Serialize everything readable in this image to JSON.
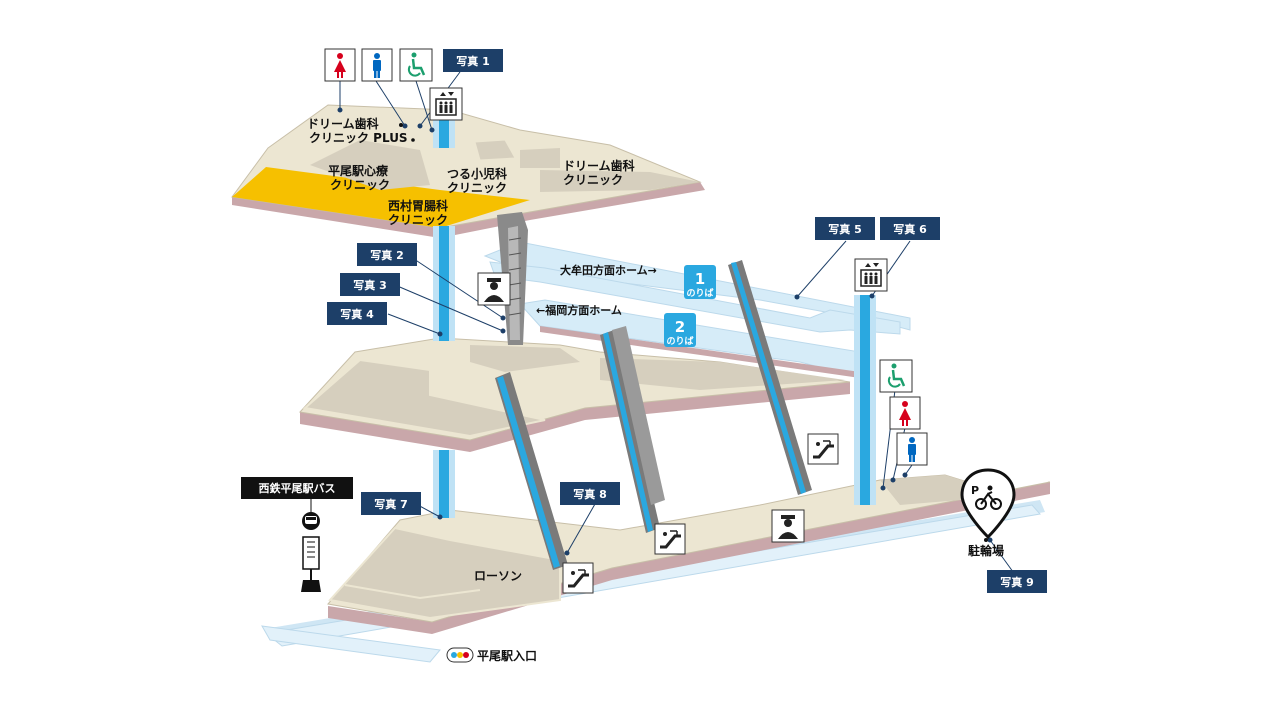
{
  "colors": {
    "floor": "#ece6d2",
    "floor_dark": "#d7d0bf",
    "floor_edge": "#c9a7aa",
    "highlight": "#f6c000",
    "sky": "#d6ecf8",
    "blue": "#2aa8e0",
    "tag_bg": "#1d3f68",
    "toilet_red": "#d6001c",
    "toilet_blue": "#0067c0",
    "accessible_green": "#1c9f6e"
  },
  "photo_tags": [
    "写真 1",
    "写真 2",
    "写真 3",
    "写真 4",
    "写真 5",
    "写真 6",
    "写真 7",
    "写真 8",
    "写真 9"
  ],
  "labels": {
    "dream_plus": [
      "ドリーム歯科",
      "クリニック PLUS"
    ],
    "hirao_shinryo": [
      "平尾駅心療",
      "クリニック"
    ],
    "tsuru": [
      "つる小児科",
      "クリニック"
    ],
    "dream": [
      "ドリーム歯科",
      "クリニック"
    ],
    "nishimura": [
      "西村胃腸科",
      "クリニック"
    ],
    "omuta_platform": "大牟田方面ホーム→",
    "fukuoka_platform": "←福岡方面ホーム",
    "lawson": "ローソン",
    "bus": "西鉄平尾駅バス",
    "parking": "駐輪場",
    "entrance": "平尾駅入口"
  },
  "platforms": [
    {
      "number": "1",
      "label": "のりば"
    },
    {
      "number": "2",
      "label": "のりば"
    }
  ],
  "icons": {
    "toilet_female": "toilet-female-icon",
    "toilet_male": "toilet-male-icon",
    "accessible": "wheelchair-icon",
    "elevator": "elevator-icon",
    "escalator": "escalator-icon",
    "staff": "station-staff-icon",
    "bus_stop": "bus-stop-icon",
    "bicycle_parking": "bicycle-parking-pin-icon"
  }
}
